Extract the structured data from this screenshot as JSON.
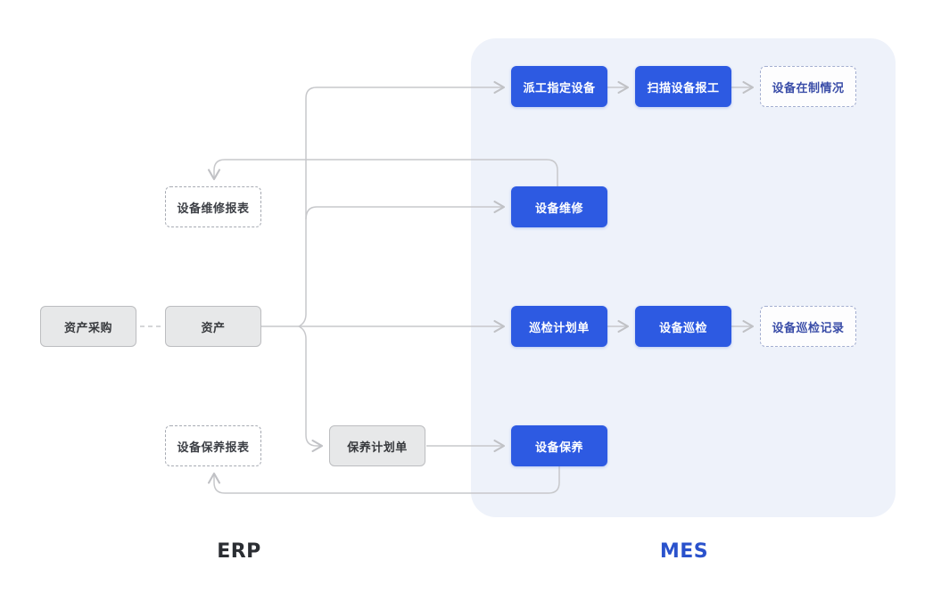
{
  "diagram": {
    "erp_label": "ERP",
    "mes_label": "MES",
    "colors": {
      "accent_blue": "#2d5ae2",
      "mes_panel_bg": "#eef2fa",
      "gray_node_bg": "#e7e8e9",
      "connector_gray": "#c7c8cb",
      "dashed_blue_text": "#3a4da8"
    },
    "nodes": {
      "asset_purchase": {
        "label": "资产采购"
      },
      "asset": {
        "label": "资产"
      },
      "repair_report": {
        "label": "设备维修报表"
      },
      "maintain_report": {
        "label": "设备保养报表"
      },
      "maintain_plan": {
        "label": "保养计划单"
      },
      "dispatch": {
        "label": "派工指定设备"
      },
      "scan_report": {
        "label": "扫描设备报工"
      },
      "wip_status": {
        "label": "设备在制情况"
      },
      "repair": {
        "label": "设备维修"
      },
      "inspect_plan": {
        "label": "巡检计划单"
      },
      "inspect": {
        "label": "设备巡检"
      },
      "inspect_record": {
        "label": "设备巡检记录"
      },
      "maintain": {
        "label": "设备保养"
      }
    }
  }
}
